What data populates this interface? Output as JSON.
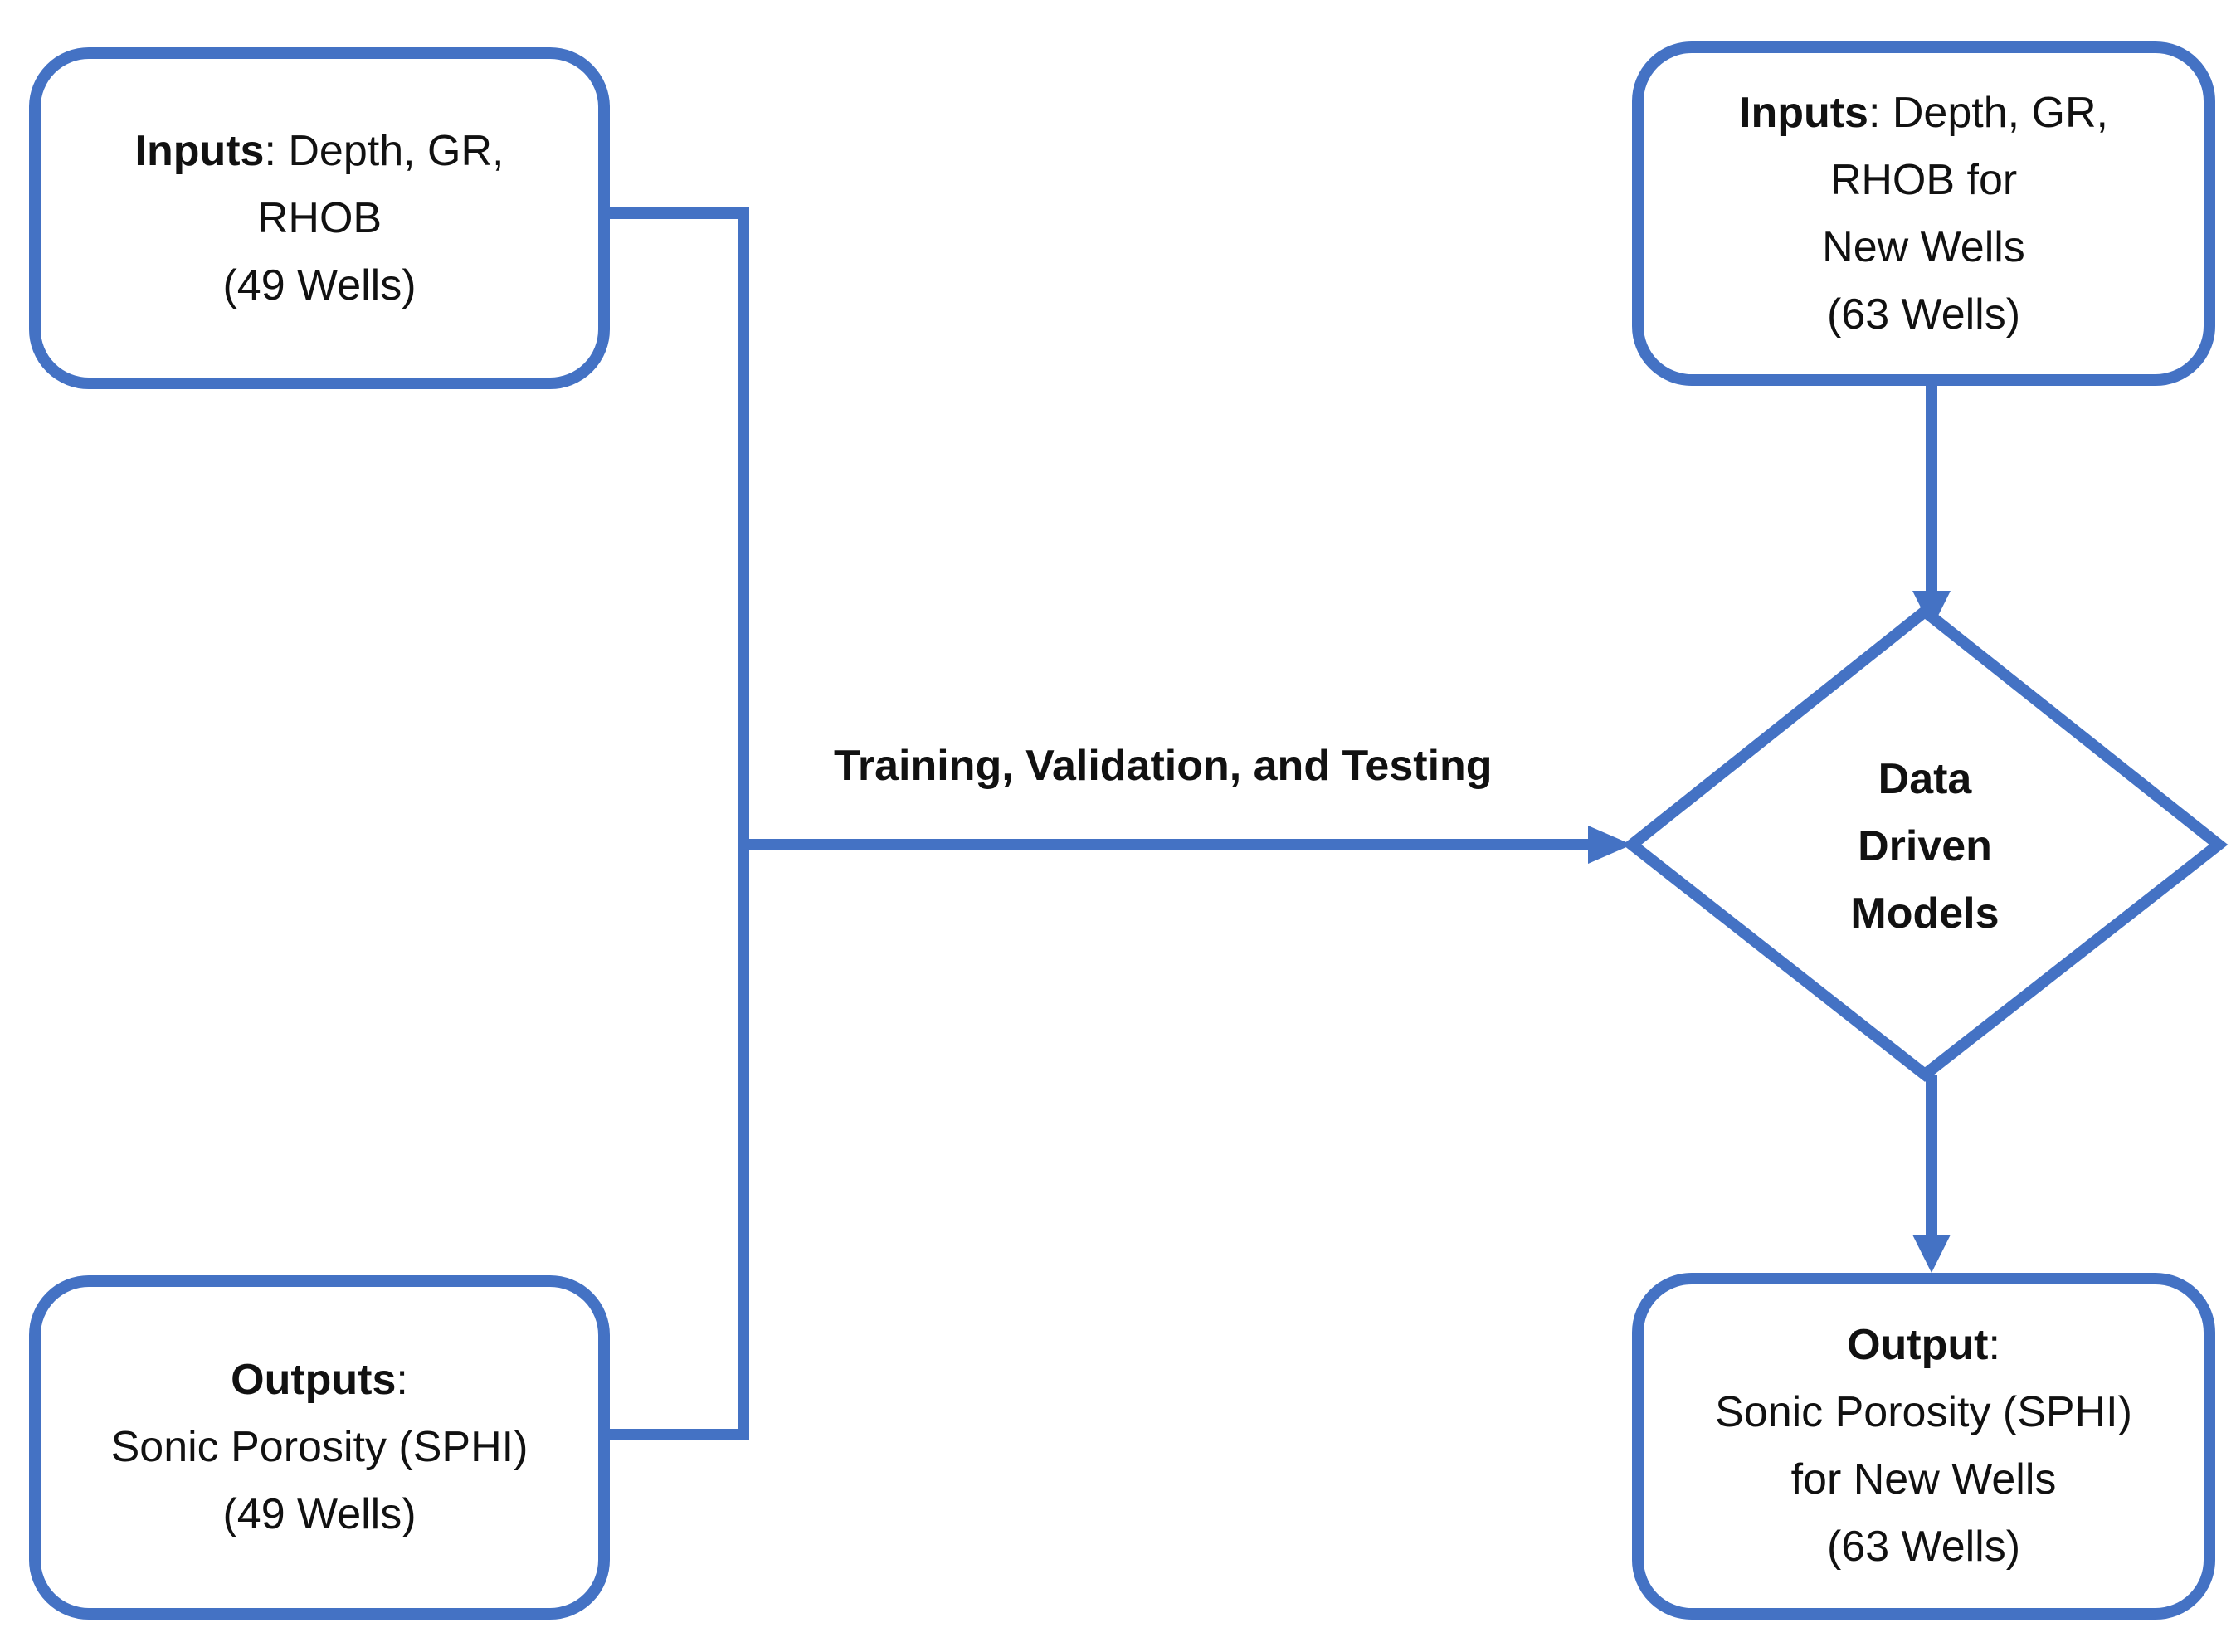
{
  "colors": {
    "accent": "#4472C4",
    "text": "#111111",
    "background": "#ffffff"
  },
  "nodes": {
    "training_inputs": {
      "label_bold": "Inputs",
      "label_rest": ": Depth, GR,",
      "lines": [
        "RHOB",
        "(49 Wells)"
      ]
    },
    "training_outputs": {
      "label_bold": "Outputs",
      "label_rest": ":",
      "lines": [
        "Sonic Porosity (SPHI)",
        "(49 Wells)"
      ]
    },
    "new_inputs": {
      "label_bold": "Inputs",
      "label_rest": ": Depth, GR,",
      "lines": [
        "RHOB for",
        "New Wells",
        "(63 Wells)"
      ]
    },
    "model": {
      "lines": [
        "Data",
        "Driven",
        "Models"
      ]
    },
    "new_output": {
      "label_bold": "Output",
      "label_rest": ":",
      "lines": [
        "Sonic Porosity (SPHI)",
        "for New Wells",
        "(63 Wells)"
      ]
    }
  },
  "edges": {
    "training_label": "Training, Validation, and Testing"
  }
}
